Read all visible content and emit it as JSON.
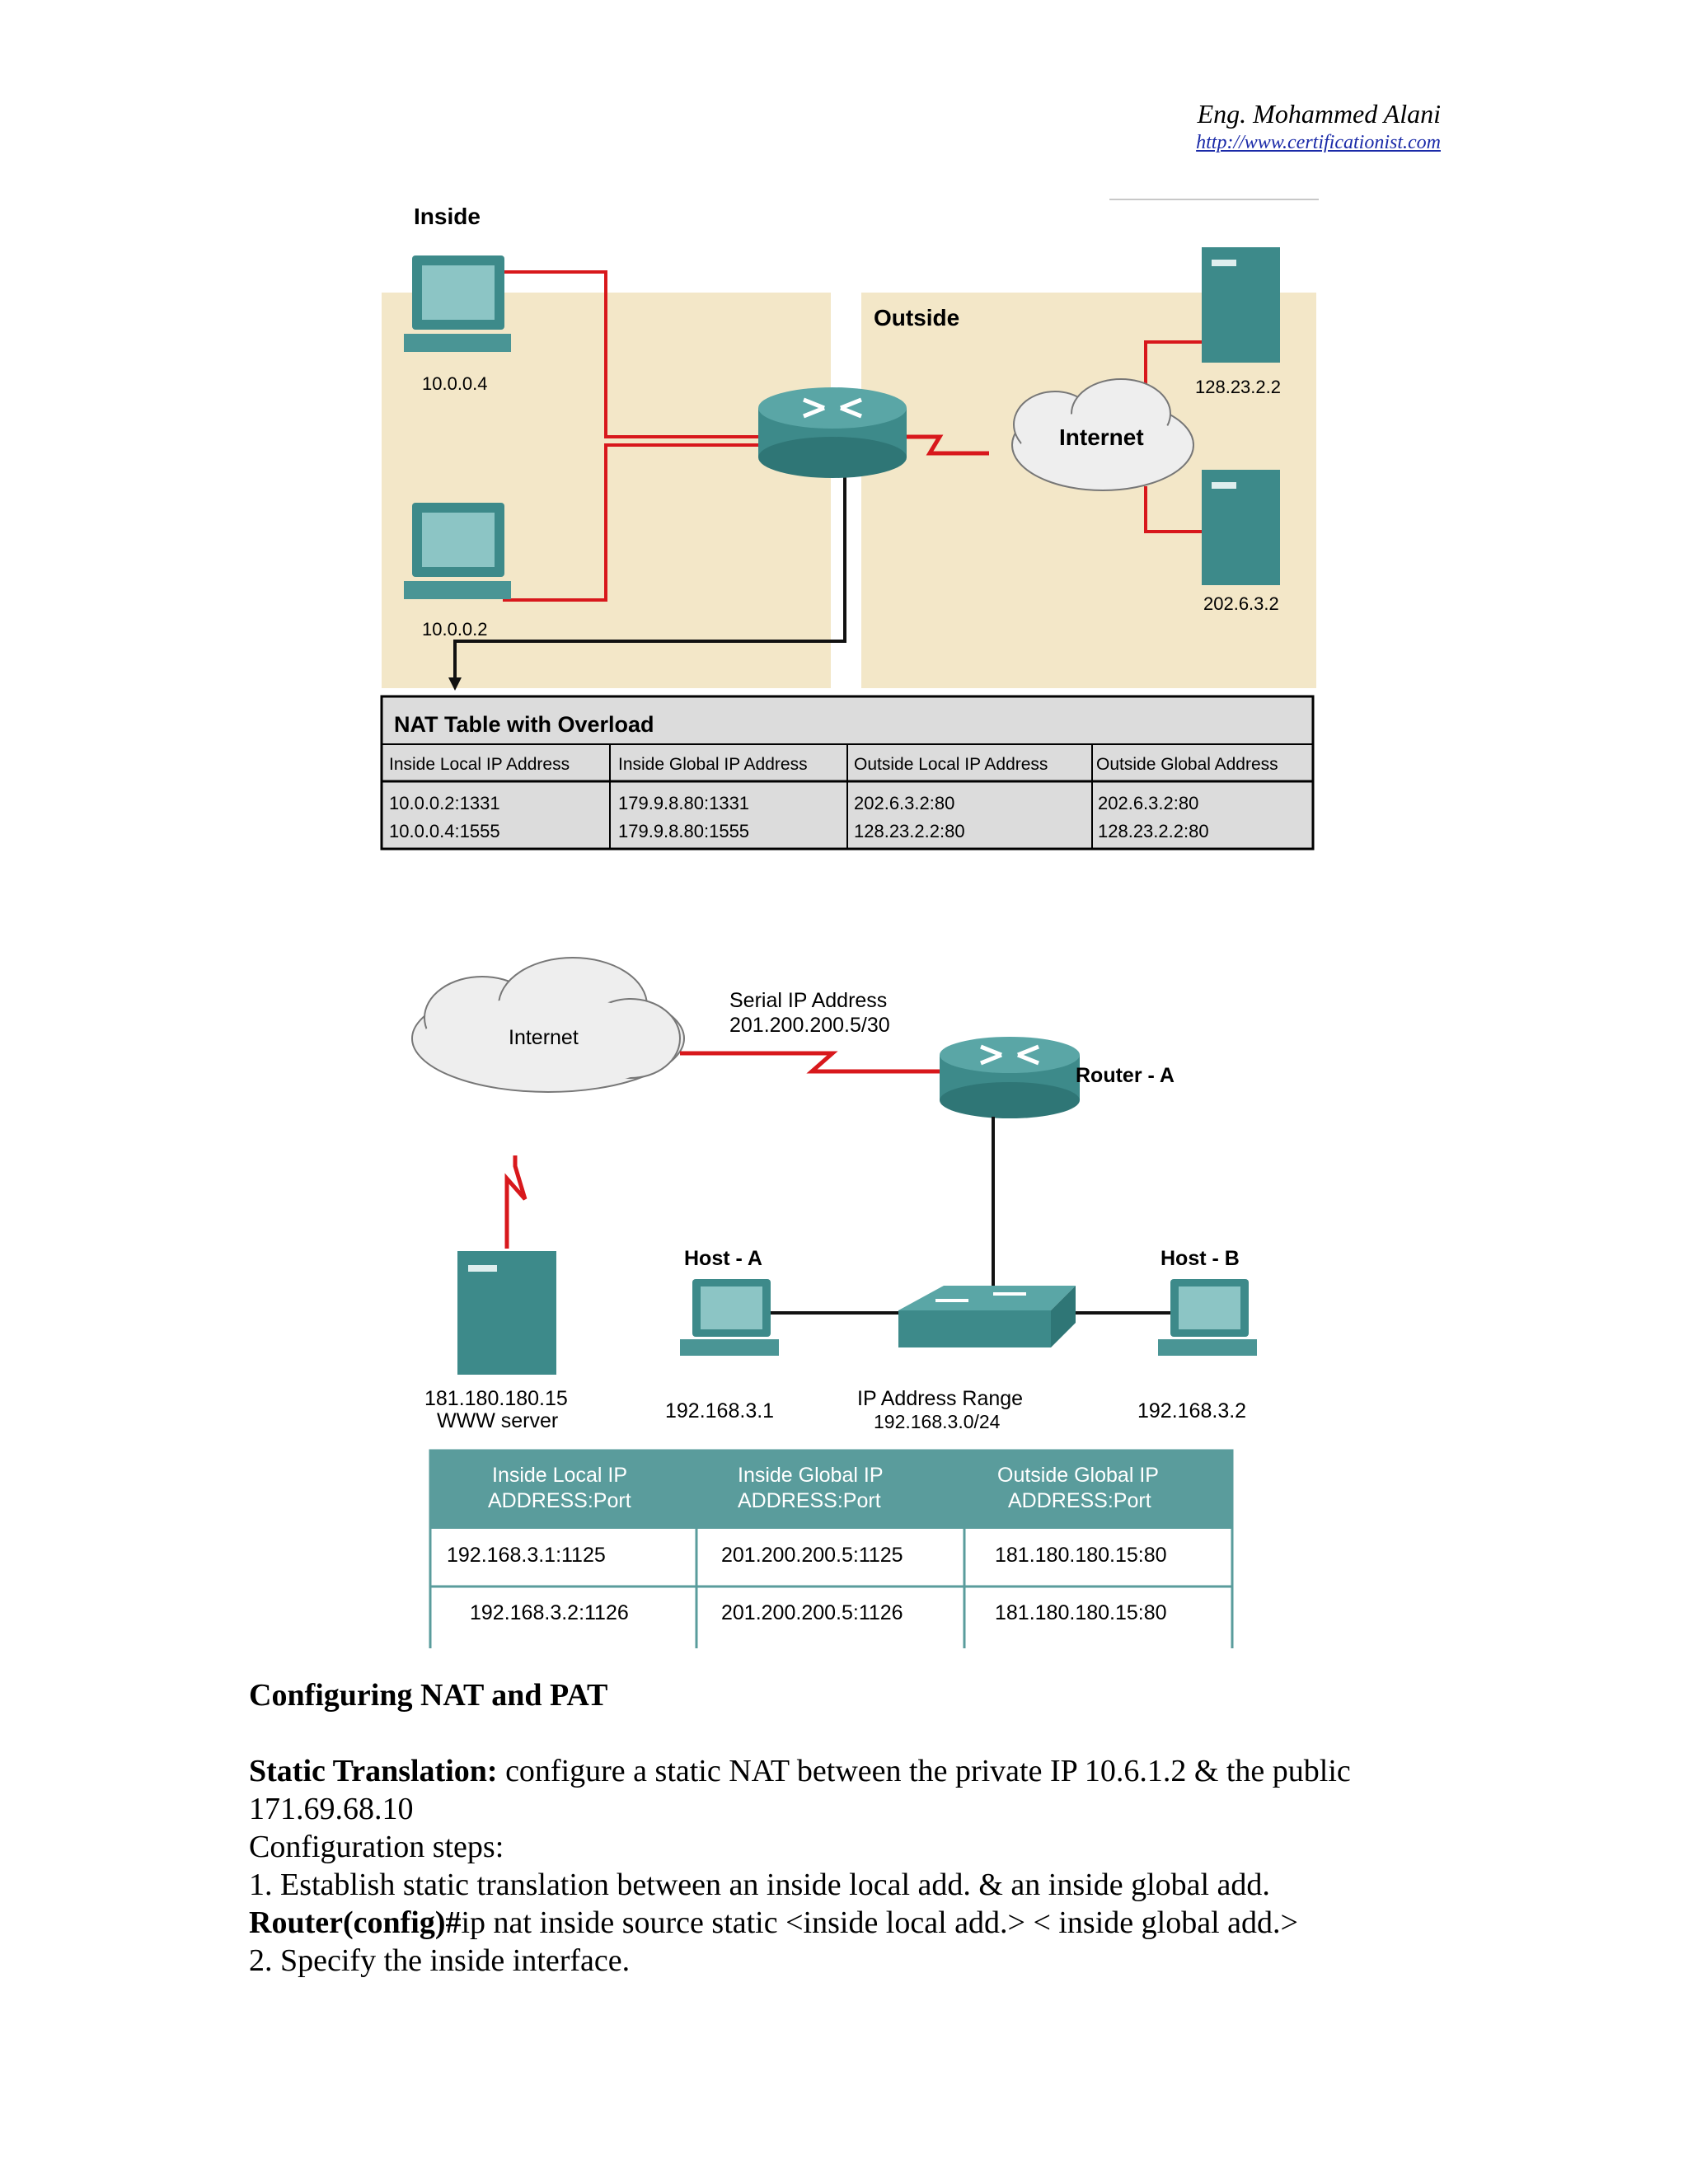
{
  "header": {
    "author": "Eng. Mohammed Alani",
    "url": "http://www.certificationist.com"
  },
  "figure1": {
    "inside_label": "Inside",
    "outside_label": "Outside",
    "internet_label": "Internet",
    "host_top_ip": "10.0.0.4",
    "host_bottom_ip": "10.0.0.2",
    "server_top_ip": "128.23.2.2",
    "server_bottom_ip": "202.6.3.2",
    "nat_table": {
      "title": "NAT Table with Overload",
      "headers": [
        "Inside Local IP Address",
        "Inside Global IP Address",
        "Outside Local IP Address",
        "Outside Global Address"
      ],
      "rows": [
        [
          "10.0.0.2:1331",
          "179.9.8.80:1331",
          "202.6.3.2:80",
          "202.6.3.2:80"
        ],
        [
          "10.0.0.4:1555",
          "179.9.8.80:1555",
          "128.23.2.2:80",
          "128.23.2.2:80"
        ]
      ]
    }
  },
  "figure2": {
    "internet_label": "Internet",
    "serial_label": "Serial IP Address",
    "serial_ip": "201.200.200.5/30",
    "router_label": "Router - A",
    "host_a_label": "Host - A",
    "host_b_label": "Host - B",
    "server_ip": "181.180.180.15",
    "server_label": "WWW server",
    "host_a_ip": "192.168.3.1",
    "host_b_ip": "192.168.3.2",
    "range_label": "IP Address Range",
    "range_value": "192.168.3.0/24",
    "table": {
      "headers": [
        [
          "Inside Local IP",
          "ADDRESS:Port"
        ],
        [
          "Inside Global IP",
          "ADDRESS:Port"
        ],
        [
          "Outside Global IP",
          "ADDRESS:Port"
        ]
      ],
      "rows": [
        [
          "192.168.3.1:1125",
          "201.200.200.5:1125",
          "181.180.180.15:80"
        ],
        [
          "192.168.3.2:1126",
          "201.200.200.5:1126",
          "181.180.180.15:80"
        ]
      ]
    }
  },
  "content": {
    "heading": "Configuring NAT and PAT",
    "static_label": "Static Translation:",
    "static_text": " configure a static NAT between the private IP 10.6.1.2 & the public",
    "static_text_cont": "171.69.68.10",
    "steps_intro": "Configuration steps:",
    "step1": "1. Establish static translation between an inside local add. & an inside global add.",
    "cmd_prompt": "Router(config)#",
    "cmd_text": "ip nat inside source static <inside local add.> < inside global add.>",
    "step2": "2. Specify the inside interface."
  }
}
